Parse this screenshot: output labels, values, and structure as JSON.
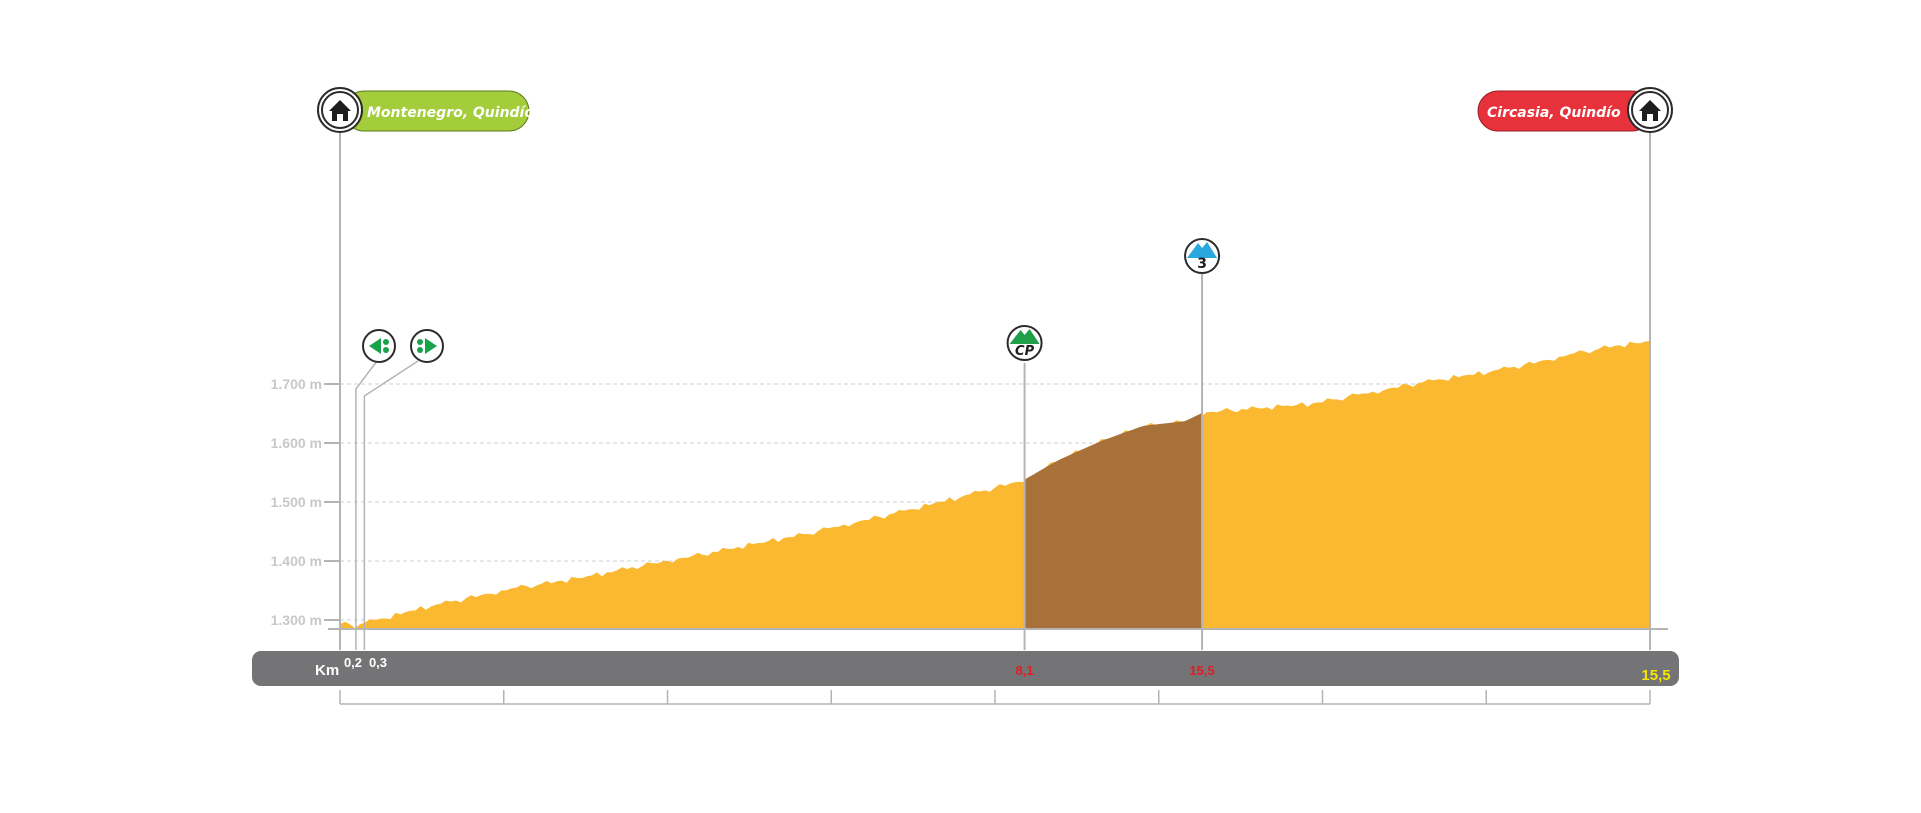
{
  "colors": {
    "profile_fill": "#fbb932",
    "climb_fill": "#a8713a",
    "start_pill": "#a4cd3c",
    "finish_pill": "#e7323c",
    "km_bar": "#747476",
    "axis_grey": "#b4b4b4",
    "grid": "#cfcfcf",
    "red_label": "#e11c23",
    "finish_label": "#f3e600",
    "sprint_green": "#17a34a",
    "climb_blue": "#29a8e0"
  },
  "start": {
    "label": "Montenegro, Quindío",
    "icon": "home-icon"
  },
  "finish": {
    "label": "Circasia, Quindío",
    "icon": "home-icon"
  },
  "markers": [
    {
      "id": "marker-left",
      "icon": "left-arrow-intermediate-icon",
      "km": 0.2
    },
    {
      "id": "marker-right",
      "icon": "right-arrow-intermediate-icon",
      "km": 0.3
    },
    {
      "id": "marker-cp",
      "icon": "checkpoint-mountain-icon",
      "text": "CP",
      "km": 8.1
    },
    {
      "id": "marker-kom",
      "icon": "category-3-climb-icon",
      "text": "3",
      "km": 10.2
    }
  ],
  "chart_data": {
    "type": "area",
    "xlabel": "Km",
    "ylabel": "",
    "xlim": [
      0,
      15.5
    ],
    "ylim": [
      1285,
      1705
    ],
    "yticks": [
      1300,
      1400,
      1500,
      1600,
      1700
    ],
    "ytick_labels": [
      "1.300 m",
      "1.400 m",
      "1.500 m",
      "1.600 m",
      "1.700 m"
    ],
    "grid": true,
    "km_labels": [
      {
        "km": 0.2,
        "text": "0,2",
        "style": "white"
      },
      {
        "km": 0.3,
        "text": "0,3",
        "style": "white"
      },
      {
        "km": 8.1,
        "text": "8,1",
        "style": "red"
      },
      {
        "km": 10.2,
        "text": "15,5",
        "style": "red"
      },
      {
        "km": 15.5,
        "text": "15,5",
        "style": "yellow"
      }
    ],
    "highlight_segment": [
      8.1,
      10.2
    ],
    "x": [
      0,
      0.2,
      0.3,
      0.5,
      1,
      1.5,
      2,
      2.5,
      3,
      3.5,
      4,
      4.5,
      5,
      5.5,
      6,
      6.5,
      7,
      7.5,
      8.1,
      8.5,
      9,
      9.5,
      10,
      10.2,
      10.5,
      11,
      11.5,
      12,
      12.5,
      13,
      13.5,
      14,
      14.5,
      15,
      15.5
    ],
    "values": [
      1295,
      1291,
      1296,
      1303,
      1322,
      1337,
      1353,
      1364,
      1376,
      1391,
      1404,
      1418,
      1432,
      1446,
      1463,
      1479,
      1497,
      1515,
      1538,
      1571,
      1603,
      1629,
      1637,
      1651,
      1656,
      1661,
      1667,
      1681,
      1695,
      1708,
      1719,
      1732,
      1749,
      1763,
      1773
    ]
  }
}
